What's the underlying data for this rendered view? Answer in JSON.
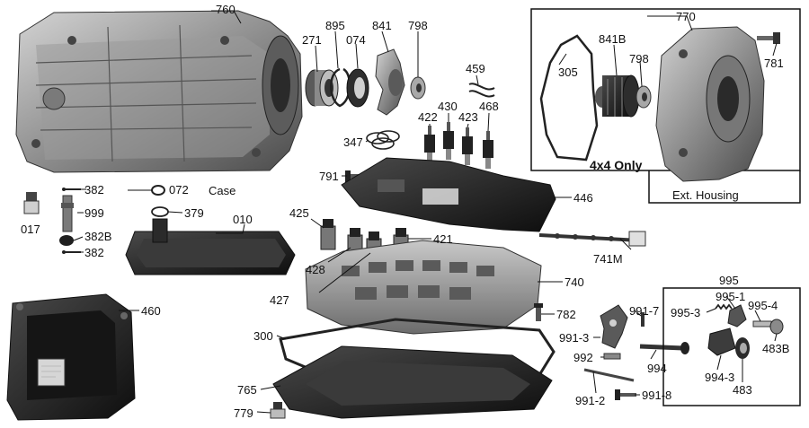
{
  "colors": {
    "background": "#ffffff",
    "part_dark": "#1e1e1e",
    "part_mid": "#6a6a6a",
    "part_light": "#b9b9b9",
    "line": "#111111"
  },
  "diagram": {
    "groups": {
      "four_by_four_box": {
        "caption": "4x4 Only",
        "housing_caption": "Ext. Housing"
      },
      "detent_kit_box": {
        "number": "995"
      }
    },
    "labels": {
      "p760": "760",
      "p271": "271",
      "p895": "895",
      "p074": "074",
      "p841": "841",
      "p798a": "798",
      "p770": "770",
      "p841b": "841B",
      "p798b": "798",
      "p305": "305",
      "p781": "781",
      "p459": "459",
      "p422": "422",
      "p430": "430",
      "p423": "423",
      "p468": "468",
      "p347": "347",
      "p791": "791",
      "p446": "446",
      "case": "Case",
      "p072": "072",
      "p382a": "382",
      "p999": "999",
      "p382b_cap": "382B",
      "p382c": "382",
      "p017": "017",
      "p379": "379",
      "p010": "010",
      "p425": "425",
      "p421": "421",
      "p428": "428",
      "p427": "427",
      "p741m": "741M",
      "p740": "740",
      "p782": "782",
      "p460": "460",
      "p300": "300",
      "p765": "765",
      "p779": "779",
      "p995": "995",
      "p995_1": "995-1",
      "p995_3": "995-3",
      "p995_4": "995-4",
      "p991_7": "991-7",
      "p991_3": "991-3",
      "p992": "992",
      "p994": "994",
      "p994_3": "994-3",
      "p483": "483",
      "p483b": "483B",
      "p991_2": "991-2",
      "p991_8": "991-8"
    }
  }
}
